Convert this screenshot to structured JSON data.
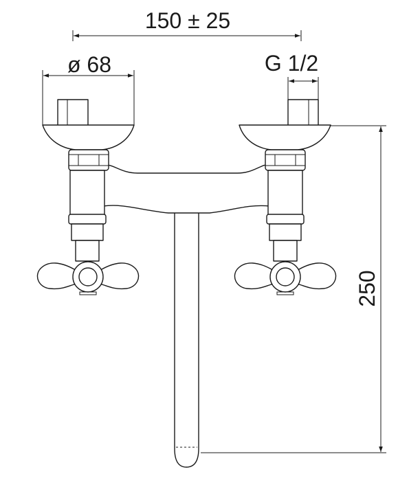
{
  "dimensions": {
    "center_distance": "150 ± 25",
    "flange_diameter": "ø 68",
    "thread": "G 1/2",
    "height": "250"
  }
}
